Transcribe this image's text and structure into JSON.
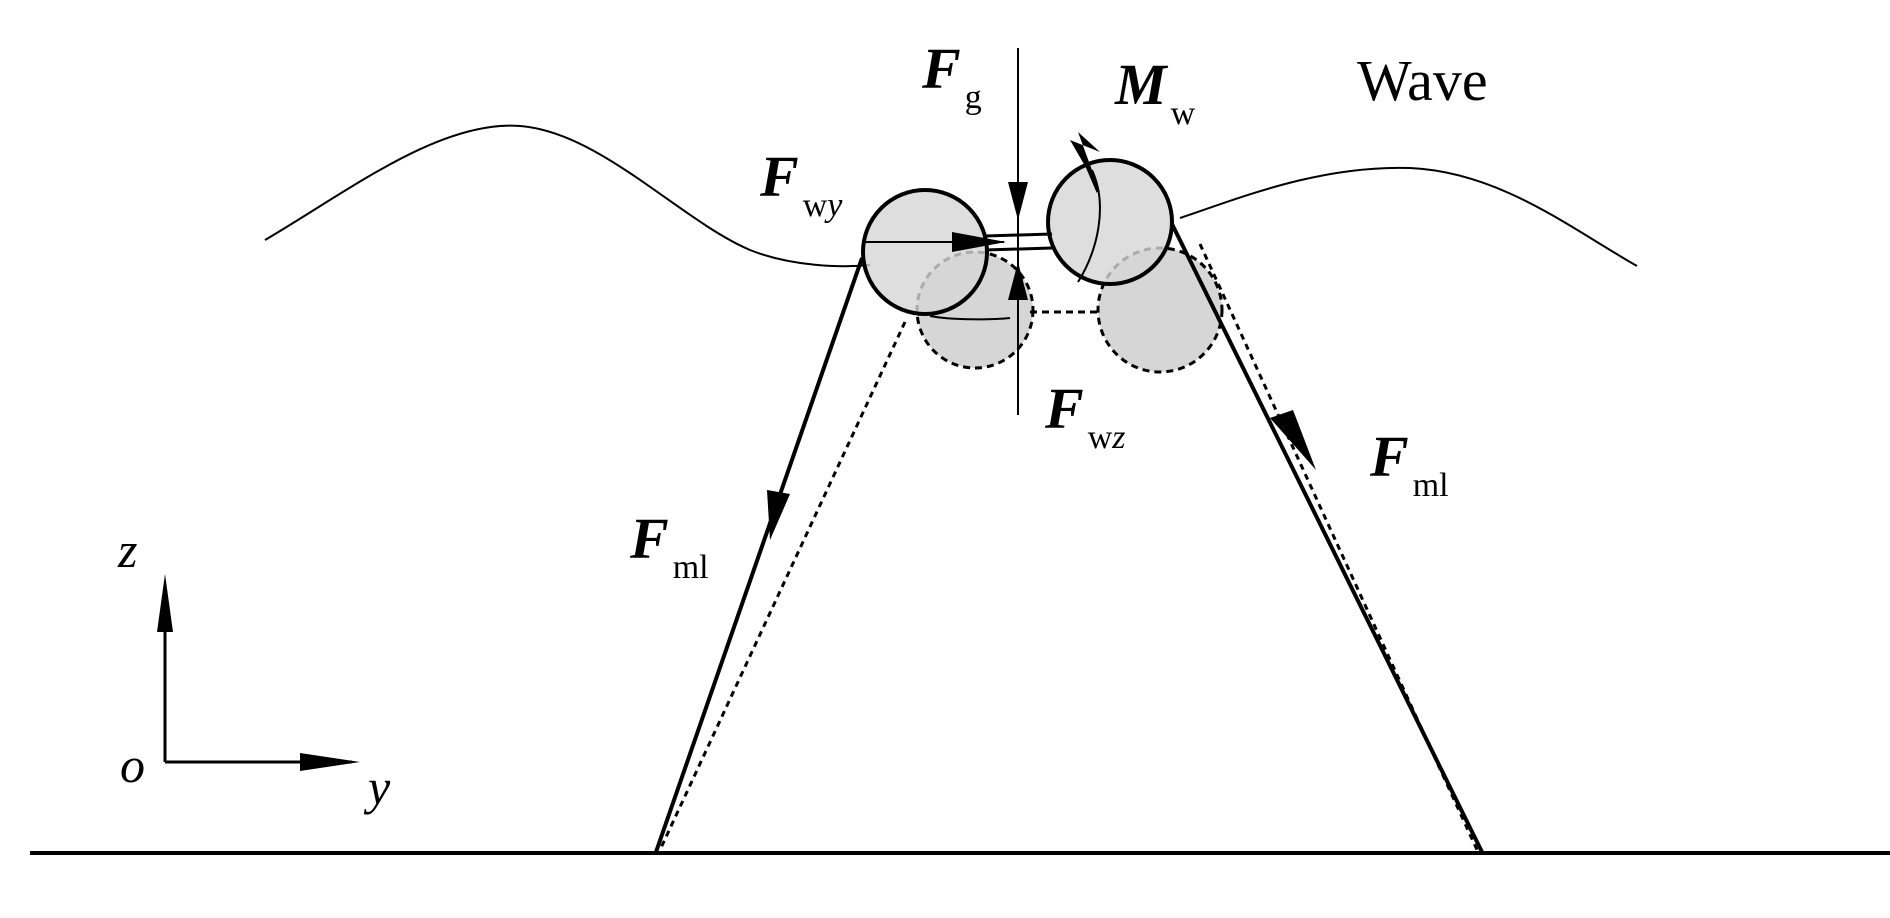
{
  "labels": {
    "wave": "Wave",
    "f_g": {
      "sym": "F",
      "sub": "g"
    },
    "m_w": {
      "sym": "M",
      "sub": "w"
    },
    "f_wy": {
      "sym": "F",
      "sub": "w",
      "sub_i": "y"
    },
    "f_wz": {
      "sym": "F",
      "sub": "w",
      "sub_i": "z"
    },
    "f_ml_left": {
      "sym": "F",
      "sub": "ml"
    },
    "f_ml_right": {
      "sym": "F",
      "sub": "ml"
    }
  },
  "axes": {
    "z": "z",
    "o": "o",
    "y": "y"
  },
  "colors": {
    "line": "#000000",
    "float_fill": "#d6d6d6",
    "background": "#ffffff"
  }
}
